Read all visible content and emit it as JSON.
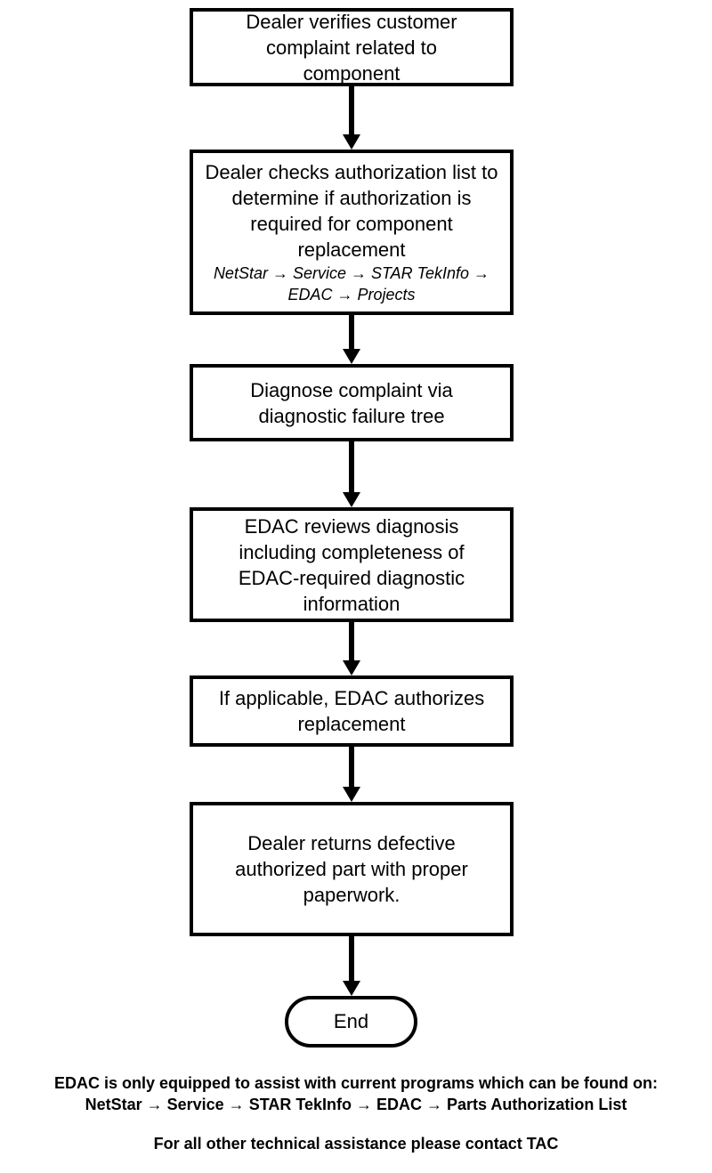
{
  "steps": [
    "Dealer verifies customer complaint related to component",
    "Dealer checks authorization list to determine if authorization is required for component replacement",
    "Diagnose complaint via diagnostic failure tree",
    "EDAC reviews diagnosis including completeness of EDAC-required diagnostic information",
    "If applicable, EDAC authorizes replacement",
    "Dealer returns defective authorized part with proper paperwork."
  ],
  "step2_path": "NetStar → Service → STAR TekInfo → EDAC → Projects",
  "end_label": "End",
  "footer": {
    "line1": "EDAC is only equipped to assist with current programs which can be found on:",
    "line2": "NetStar → Service → STAR TekInfo → EDAC → Parts Authorization List",
    "line3": "For all other technical assistance please contact TAC"
  }
}
